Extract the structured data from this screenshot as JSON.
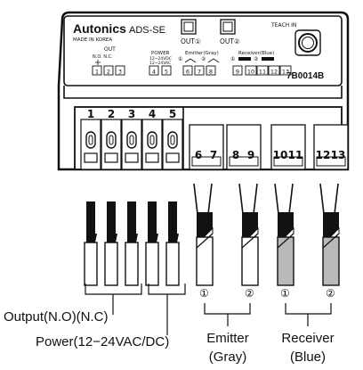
{
  "device": {
    "brand": "Autonics",
    "origin": "MADE IN KOREA",
    "model": "ADS-SE",
    "part_number": "7B0014B",
    "teach_in": "TEACH IN",
    "out1": "OUT①",
    "out2": "OUT②"
  },
  "face": {
    "out_group": "OUT",
    "no_nc": "N.O.  N.C.",
    "power_title": "POWER",
    "power_dc": "12~24VDC",
    "power_ac": "12~24VAC",
    "emitter_header": "Emitter(Gray)",
    "receiver_header": "Receiver(Blue)",
    "c1": "①",
    "c2": "②",
    "boxes": [
      "1",
      "2",
      "3",
      "4",
      "5",
      "6",
      "7",
      "8",
      "9",
      "10",
      "11",
      "12",
      "13"
    ]
  },
  "terminals": {
    "labels": [
      "1",
      "2",
      "3",
      "4",
      "5",
      "6",
      "7",
      "8",
      "9",
      "10",
      "11",
      "12",
      "13"
    ]
  },
  "wiring": {
    "output_label": "Output(N.O)(N.C)",
    "power_label": "Power(12−24VAC/DC)",
    "emitter_l1": "Emitter",
    "emitter_l2": "(Gray)",
    "receiver_l1": "Receiver",
    "receiver_l2": "(Blue)",
    "lead_1": "①",
    "lead_2": "②",
    "receiver_color": "#b9b9b9"
  }
}
